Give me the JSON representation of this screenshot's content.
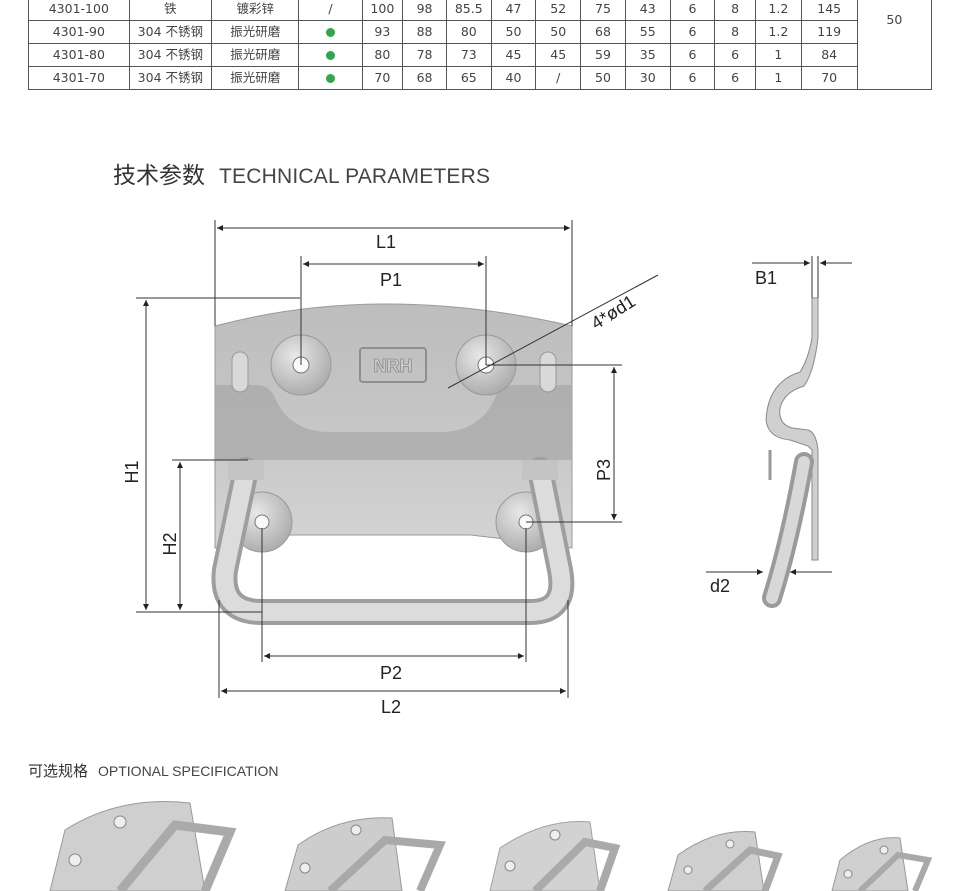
{
  "table": {
    "rows": [
      {
        "model": "4301-100",
        "material": "铁",
        "finish": "镀彩锌",
        "indicator": "/",
        "cols": [
          "100",
          "98",
          "85.5",
          "47",
          "52",
          "75",
          "43",
          "6",
          "8",
          "1.2",
          "145"
        ]
      },
      {
        "model": "4301-90",
        "material": "304 不锈钢",
        "finish": "振光研磨",
        "indicator": "dot",
        "cols": [
          "93",
          "88",
          "80",
          "50",
          "50",
          "68",
          "55",
          "6",
          "8",
          "1.2",
          "119"
        ]
      },
      {
        "model": "4301-80",
        "material": "304 不锈钢",
        "finish": "振光研磨",
        "indicator": "dot",
        "cols": [
          "80",
          "78",
          "73",
          "45",
          "45",
          "59",
          "35",
          "6",
          "6",
          "1",
          "84"
        ]
      },
      {
        "model": "4301-70",
        "material": "304 不锈钢",
        "finish": "振光研磨",
        "indicator": "dot",
        "cols": [
          "70",
          "68",
          "65",
          "40",
          "/",
          "50",
          "30",
          "6",
          "6",
          "1",
          "70"
        ]
      }
    ],
    "merged_value": "50",
    "dot_color": "#2ea84a"
  },
  "section": {
    "title_cn": "技术参数",
    "title_en": "TECHNICAL PARAMETERS"
  },
  "drawing": {
    "labels": {
      "L1": "L1",
      "P1": "P1",
      "hole": "4*ød1",
      "P3": "P3",
      "H1": "H1",
      "H2": "H2",
      "P2": "P2",
      "L2": "L2",
      "B1": "B1",
      "d2": "d2"
    },
    "logo": "NRH"
  },
  "optional": {
    "title_cn": "可选规格",
    "title_en": "OPTIONAL SPECIFICATION"
  }
}
